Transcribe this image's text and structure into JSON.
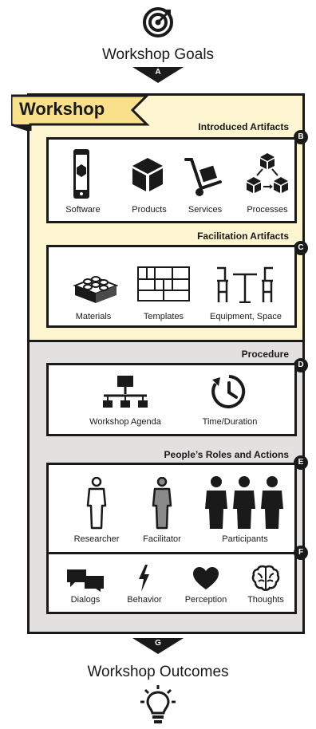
{
  "goals": {
    "title": "Workshop Goals",
    "icon": "target-icon",
    "arrow_label": "A"
  },
  "workshop": {
    "banner": "Workshop"
  },
  "introduced": {
    "heading": "Introduced Artifacts",
    "badge": "B",
    "items": [
      {
        "label": "Software",
        "icon": "smartphone-icon"
      },
      {
        "label": "Products",
        "icon": "cube-icon"
      },
      {
        "label": "Services",
        "icon": "hand-truck-icon"
      },
      {
        "label": "Processes",
        "icon": "process-cubes-icon"
      }
    ]
  },
  "facilitation": {
    "heading": "Facilitation Artifacts",
    "badge": "C",
    "items": [
      {
        "label": "Materials",
        "icon": "bricks-icon"
      },
      {
        "label": "Templates",
        "icon": "template-grid-icon"
      },
      {
        "label": "Equipment, Space",
        "icon": "table-chairs-icon"
      }
    ]
  },
  "procedure": {
    "heading": "Procedure",
    "badge": "D",
    "items": [
      {
        "label": "Workshop Agenda",
        "icon": "org-chart-icon"
      },
      {
        "label": "Time/Duration",
        "icon": "clock-icon"
      }
    ]
  },
  "roles": {
    "heading": "People’s Roles and Actions",
    "badge": "E",
    "items": [
      {
        "label": "Researcher",
        "icon": "person-outline-icon"
      },
      {
        "label": "Facilitator",
        "icon": "person-grey-icon"
      },
      {
        "label": "Participants",
        "icon": "people-group-icon"
      }
    ]
  },
  "actions": {
    "badge": "F",
    "items": [
      {
        "label": "Dialogs",
        "icon": "speech-bubbles-icon"
      },
      {
        "label": "Behavior",
        "icon": "lightning-icon"
      },
      {
        "label": "Perception",
        "icon": "heart-icon"
      },
      {
        "label": "Thoughts",
        "icon": "brain-icon"
      }
    ]
  },
  "outcomes": {
    "title": "Workshop Outcomes",
    "icon": "lightbulb-icon",
    "arrow_label": "G"
  },
  "colors": {
    "yellow": "#fdf5cf",
    "grey": "#e3e0e0",
    "banner": "#f9e08a",
    "ink": "#1a1a1a"
  }
}
